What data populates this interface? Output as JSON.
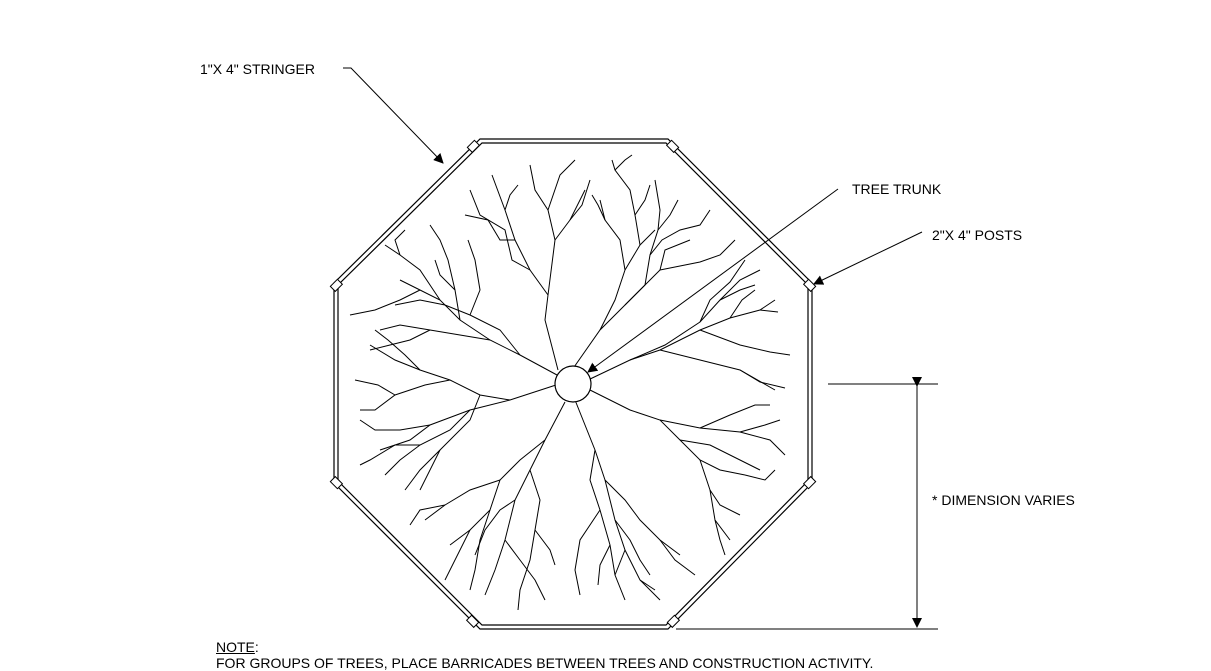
{
  "labels": {
    "stringer": "1\"X 4\" STRINGER",
    "tree_trunk": "TREE TRUNK",
    "posts": "2\"X 4\" POSTS",
    "dimension": "* DIMENSION VARIES"
  },
  "note": {
    "heading": "NOTE",
    "heading_suffix": ":",
    "text": "FOR GROUPS OF TREES, PLACE BARRICADES BETWEEN TREES AND CONSTRUCTION ACTIVITY."
  },
  "colors": {
    "line": "#000000",
    "background": "#ffffff"
  }
}
